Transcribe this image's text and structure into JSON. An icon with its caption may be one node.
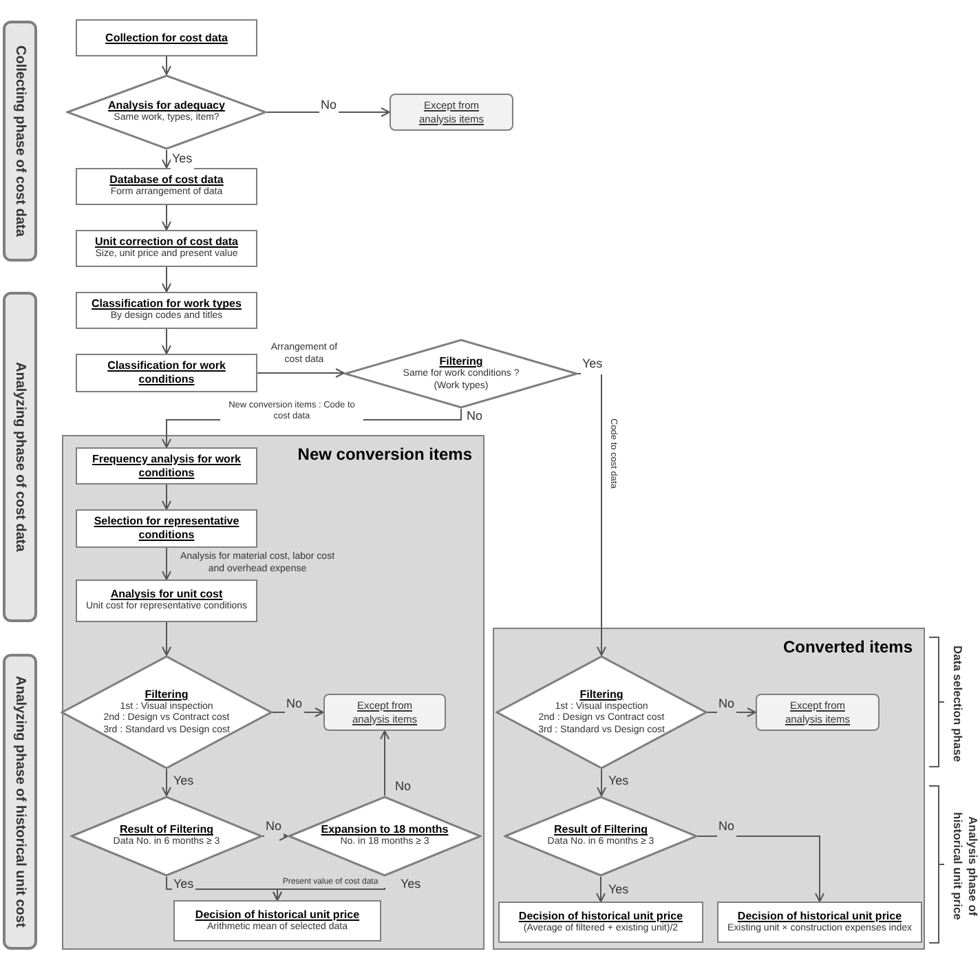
{
  "diagram": {
    "nodes": [
      {
        "text": [
          "Collecting phase of cost data"
        ]
      },
      {
        "text": [
          "Analyzing phase of cost data"
        ]
      },
      {
        "text": [
          "Analyzing phase of historical unit cost"
        ]
      },
      {
        "text": [
          "Collection for cost data"
        ]
      },
      {
        "text": [
          "Analysis for adequacy",
          "Same work, types, item?"
        ]
      },
      {
        "text": [
          "Except from analysis items"
        ]
      },
      {
        "text": [
          "Database of cost data",
          "Form arrangement of data"
        ]
      },
      {
        "text": [
          "Unit correction of cost data",
          "Size, unit price and present value"
        ]
      },
      {
        "text": [
          "Classification for work types",
          "By design codes and titles"
        ]
      },
      {
        "text": [
          "Classification for work conditions"
        ]
      },
      {
        "text": [
          "Filtering",
          "Same for work conditions ?",
          "(Work types)"
        ]
      },
      {
        "text": [
          "New conversion items"
        ]
      },
      {
        "text": [
          "Frequency analysis for work conditions"
        ],
        "in": 11
      },
      {
        "text": [
          "Selection for representative conditions"
        ],
        "in": 11
      },
      {
        "text": [
          "Analysis for unit cost",
          "Unit cost for representative conditions"
        ],
        "in": 11
      },
      {
        "text": [
          "Filtering",
          "1st : Visual inspection",
          "2nd : Design vs Contract cost",
          "3rd : Standard vs Design cost"
        ],
        "in": 11
      },
      {
        "text": [
          "Except from analysis items"
        ],
        "in": 11
      },
      {
        "text": [
          "Result of Filtering",
          "Data No. in 6 months ≥ 3"
        ],
        "in": 11
      },
      {
        "text": [
          "Expansion to 18 months",
          "No. in 18 months ≥ 3"
        ],
        "in": 11
      },
      {
        "text": [
          "Decision of historical unit price",
          "Arithmetic mean of selected data"
        ],
        "in": 11
      },
      {
        "text": [
          "Converted items"
        ]
      },
      {
        "text": [
          "Filtering",
          "1st : Visual inspection",
          "2nd : Design vs Contract cost",
          "3rd : Standard vs Design cost"
        ],
        "in": 20
      },
      {
        "text": [
          "Except from analysis items"
        ],
        "in": 20
      },
      {
        "text": [
          "Result of Filtering",
          "Data No. in 6 months ≥ 3"
        ],
        "in": 20
      },
      {
        "text": [
          "Decision of historical unit price",
          "(Average of filtered + existing unit)/2"
        ],
        "in": 20
      },
      {
        "text": [
          "Decision of historical unit price",
          "Existing unit × construction expenses index"
        ],
        "in": 20
      }
    ],
    "edges": [
      {
        "from": 3,
        "to": 4,
        "arrow": "to"
      },
      {
        "from": 4,
        "to": 5,
        "arrow": "to",
        "label": "No"
      },
      {
        "from": 4,
        "to": 6,
        "arrow": "to",
        "label": "Yes"
      },
      {
        "from": 6,
        "to": 7,
        "arrow": "to"
      },
      {
        "from": 7,
        "to": 8,
        "arrow": "to"
      },
      {
        "from": 8,
        "to": 9,
        "arrow": "to"
      },
      {
        "from": 9,
        "to": 10,
        "arrow": "to",
        "label": "Arrangement of cost data"
      },
      {
        "from": 10,
        "to": 12,
        "arrow": "to",
        "label": "No"
      },
      {
        "from": 10,
        "to": 21,
        "arrow": "to",
        "label": "Yes"
      },
      {
        "from": 12,
        "to": 13,
        "arrow": "to"
      },
      {
        "from": 13,
        "to": 14,
        "arrow": "to",
        "label": "Analysis for material cost, labor cost and overhead expense"
      },
      {
        "from": 14,
        "to": 15,
        "arrow": "to"
      },
      {
        "from": 15,
        "to": 16,
        "arrow": "to",
        "label": "No"
      },
      {
        "from": 15,
        "to": 17,
        "arrow": "to",
        "label": "Yes"
      },
      {
        "from": 17,
        "to": 18,
        "arrow": "to",
        "label": "No"
      },
      {
        "from": 18,
        "to": 16,
        "arrow": "to",
        "label": "No"
      },
      {
        "from": 17,
        "to": 19,
        "arrow": "to",
        "label": "Yes"
      },
      {
        "from": 18,
        "to": 19,
        "arrow": "to",
        "label": "Yes"
      },
      {
        "from": 21,
        "to": 22,
        "arrow": "to",
        "label": "No"
      },
      {
        "from": 21,
        "to": 23,
        "arrow": "to",
        "label": "Yes"
      },
      {
        "from": 23,
        "to": 24,
        "arrow": "to",
        "label": "Yes"
      },
      {
        "from": 23,
        "to": 25,
        "arrow": "to",
        "label": "No"
      }
    ],
    "labels": [
      "New conversion items : Code to cost data",
      "Code to cost data",
      "Present value of cost data",
      "Data selection phase",
      "Analysis phase of historical unit price"
    ]
  }
}
